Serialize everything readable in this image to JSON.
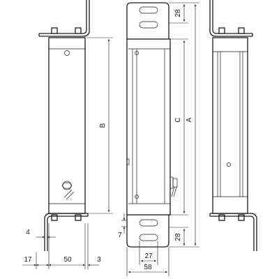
{
  "dimensions": {
    "A": "A",
    "B": "B",
    "C": "C",
    "top_28": "28",
    "bottom_28": "28",
    "d4": "4",
    "d7": "7",
    "d17": "17",
    "d50": "50",
    "d3": "3",
    "d27": "27",
    "d58": "58"
  },
  "colors": {
    "line": "#1a1a1a",
    "background": "#ffffff"
  }
}
